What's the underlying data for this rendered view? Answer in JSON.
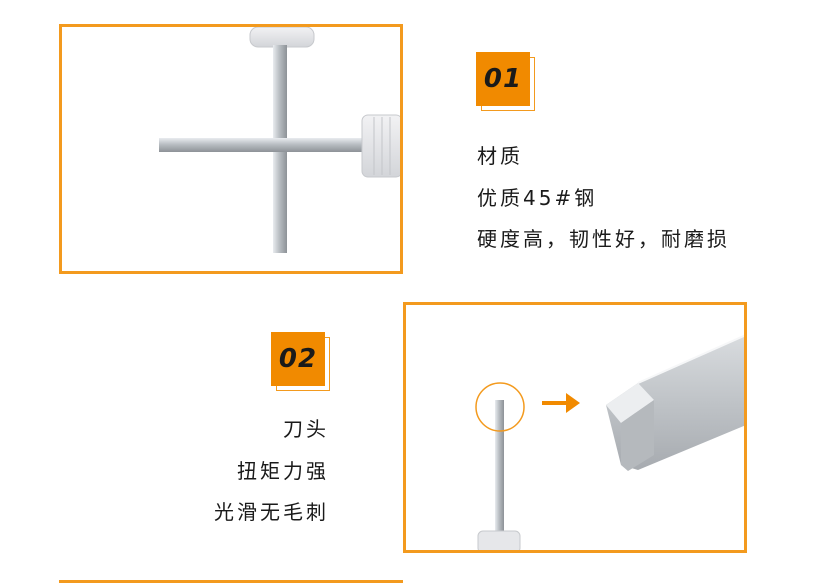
{
  "feature1": {
    "number": "01",
    "title": "材质",
    "lines": [
      "优质45#钢",
      "硬度高，韧性好，耐磨损"
    ]
  },
  "feature2": {
    "number": "02",
    "title": "刀头",
    "lines": [
      "扭矩力强",
      "光滑无毛刺"
    ]
  },
  "colors": {
    "accent": "#f39a1e",
    "badge": "#f18a00"
  }
}
